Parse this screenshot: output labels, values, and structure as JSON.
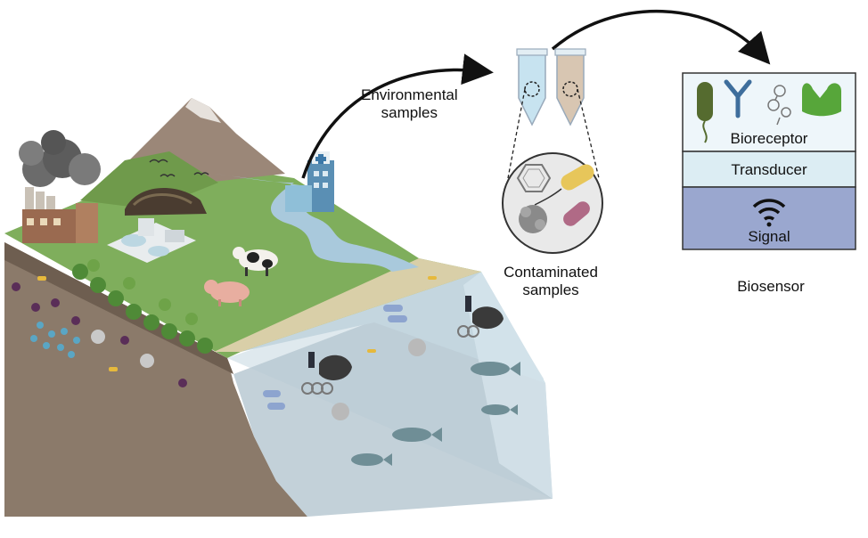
{
  "labels": {
    "environmental_line1": "Environmental",
    "environmental_line2": "samples",
    "contaminated_line1": "Contaminated",
    "contaminated_line2": "samples",
    "biosensor": "Biosensor"
  },
  "biosensor_box": {
    "bioreceptor": "Bioreceptor",
    "transducer": "Transducer",
    "signal": "Signal"
  },
  "colors": {
    "grass": "#7fae5c",
    "soil": "#8a7868",
    "water": "#c9dbe2",
    "mountain": "#9b8778",
    "receptor_green": "#57a63a",
    "antibody_blue": "#3e6e9c",
    "transducer_bg": "#dcedf3",
    "signal_bg": "#9aa7cf",
    "bioreceptor_bg": "#eef6fa"
  }
}
